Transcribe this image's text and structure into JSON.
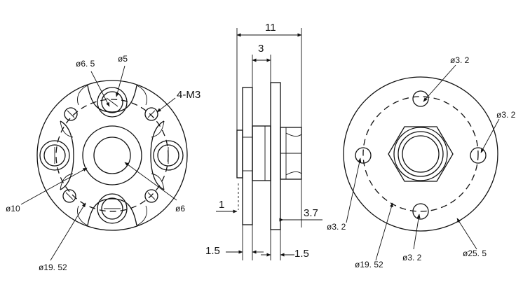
{
  "left_view": {
    "hole_small_dia": "ø6. 5",
    "hole_pilot_dia": "ø5",
    "thread_note": "4-M3",
    "bore_outer_dia": "ø10",
    "bore_inner_dia": "ø6",
    "bolt_circle_dia": "ø19. 52"
  },
  "side_view": {
    "overall_length": "11",
    "flange_offset": "3",
    "step_height": "1",
    "nut_height": "3.7",
    "flange_thickness_left": "1.5",
    "flange_thickness_right": "1.5"
  },
  "right_view": {
    "hole_top_dia": "ø3. 2",
    "hole_right_dia": "ø3. 2",
    "hole_left_dia": "ø3. 2",
    "hole_bottom_dia": "ø3. 2",
    "bolt_circle_dia": "ø19. 52",
    "outer_dia": "ø25. 5"
  }
}
